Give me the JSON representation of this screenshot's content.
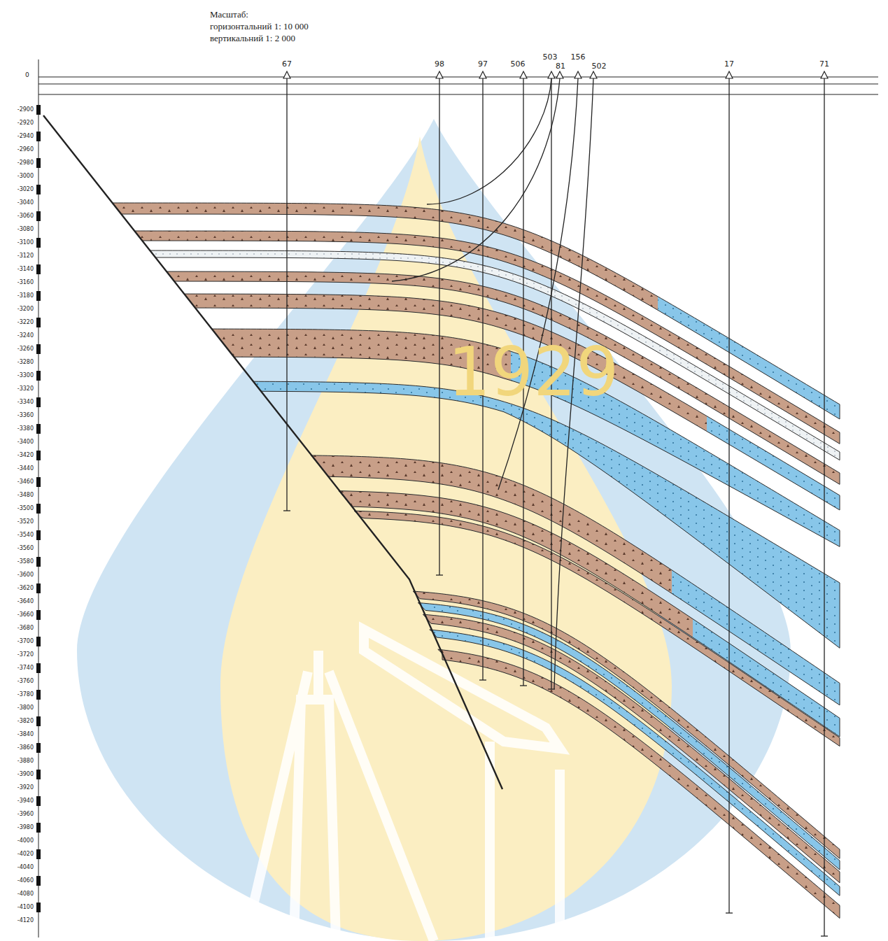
{
  "diagram": {
    "labels": [
      "Масштаб:",
      "горизонтальний  1: 10 000",
      "вертикальний  1: 2 000",
      "0",
      "67",
      "98",
      "97",
      "506",
      "503",
      "81",
      "156",
      "502",
      "17",
      "71",
      "1929",
      "-2900",
      "-2920",
      "-2940",
      "-2960",
      "-2980",
      "-3000",
      "-3020",
      "-3040",
      "-3060",
      "-3080",
      "-3100",
      "-3120",
      "-3140",
      "-3160",
      "-3180",
      "-3200",
      "-3220",
      "-3240",
      "-3260",
      "-3280",
      "-3300",
      "-3320",
      "-3340",
      "-3360",
      "-3380",
      "-3400",
      "-3420",
      "-3440",
      "-3460",
      "-3480",
      "-3500",
      "-3520",
      "-3540",
      "-3560",
      "-3580",
      "-3600",
      "-3620",
      "-3640",
      "-3660",
      "-3680",
      "-3700",
      "-3720",
      "-3740",
      "-3760",
      "-3780",
      "-3800",
      "-3820",
      "-3840",
      "-3860",
      "-3880",
      "-3900",
      "-3920",
      "-3940",
      "-3960",
      "-3980",
      "-4000",
      "-4020",
      "-4040",
      "-4060",
      "-4080",
      "-4100",
      "-4120"
    ]
  }
}
